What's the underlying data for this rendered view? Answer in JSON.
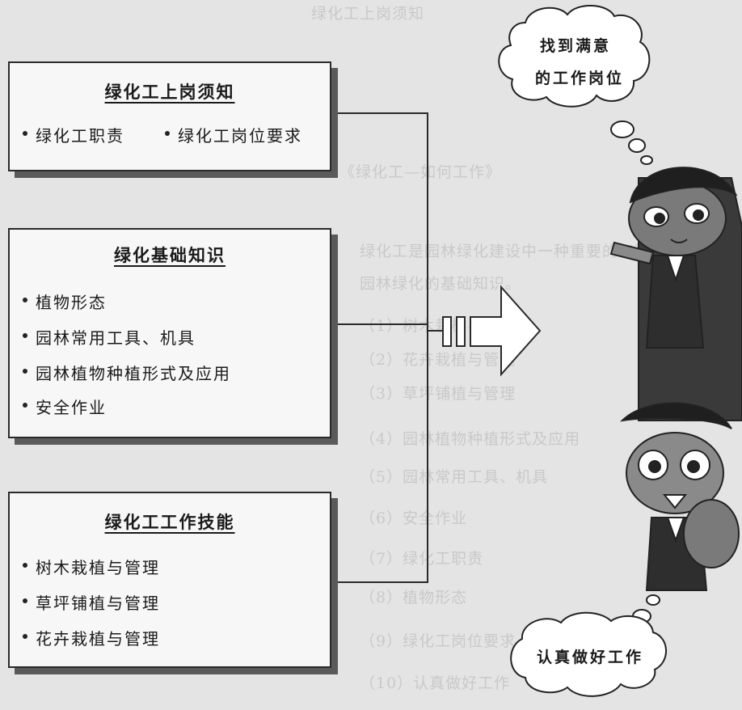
{
  "background_lines": [
    "绿化工上岗须知",
    "《绿化工—如何工作》",
    "绿化工是园林绿化建设中一种重要的工种，掌握",
    "园林绿化的基础知识。",
    "（1）树木栽植与管理",
    "（2）花卉栽植与管理",
    "（3）草坪铺植与管理",
    "（4）园林植物种植形式及应用",
    "（5）园林常用工具、机具",
    "（6）安全作业",
    "（7）绿化工职责",
    "（8）植物形态",
    "（9）绿化工岗位要求",
    "（10）认真做好工作"
  ],
  "boxes": [
    {
      "title": "绿化工上岗须知",
      "items": [
        "绿化工职责",
        "绿化工岗位要求"
      ]
    },
    {
      "title": "绿化基础知识",
      "items": [
        "植物形态",
        "园林常用工具、机具",
        "园林植物种植形式及应用",
        "安全作业"
      ]
    },
    {
      "title": "绿化工工作技能",
      "items": [
        "树木栽植与管理",
        "草坪铺植与管理",
        "花卉栽植与管理"
      ]
    }
  ],
  "bubbles": {
    "top": [
      "找到满意",
      "的工作岗位"
    ],
    "bottom": "认真做好工作"
  },
  "colors": {
    "box_fill": "#f7f7f7",
    "shadow": "#5a5a5a",
    "line": "#2a2a2a"
  }
}
